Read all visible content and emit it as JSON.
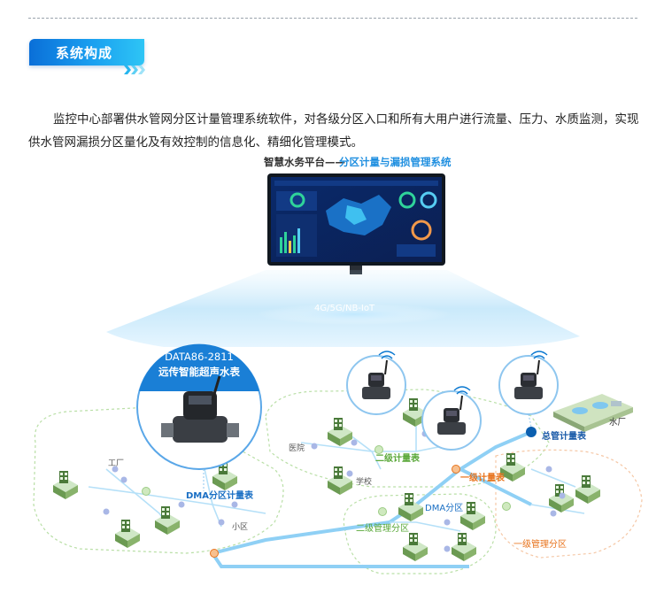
{
  "section": {
    "title": "系统构成"
  },
  "intro_text": "监控中心部署供水管网分区计量管理系统软件，对各级分区入口和所有大用户进行流量、压力、水质监测，实现供水管网漏损分区量化及有效控制的信息化、精细化管理模式。",
  "diagram": {
    "platform_title_prefix": "智慧水务平台——",
    "platform_title_highlight": "分区计量与漏损管理系统",
    "network_label": "4G/5G/NB-IoT",
    "device_model": "DATA86-2811",
    "device_name": "远传智能超声水表",
    "labels": {
      "factory": "工厂",
      "hospital": "医院",
      "school": "学校",
      "community": "小区",
      "waterworks": "水厂",
      "dma_meter": "DMA分区计量表",
      "level2_meter": "二级计量表",
      "level1_meter": "一级计量表",
      "main_meter": "总管计量表",
      "dma_zone": "DMA分区",
      "level2_zone": "二级管理分区",
      "level1_zone": "一级管理分区"
    },
    "colors": {
      "pipe": "#8fd0f5",
      "brand": "#1a7fd6",
      "green": "#5aa83a",
      "orange": "#e8741e"
    }
  }
}
